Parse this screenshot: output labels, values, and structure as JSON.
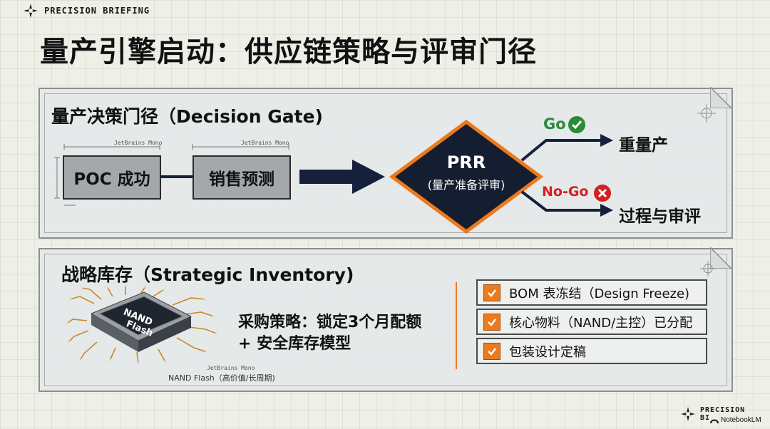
{
  "header": {
    "brand": "PRECISION BRIEFING",
    "title": "量产引擎启动：供应链策略与评审门径"
  },
  "decision_gate": {
    "title": "量产决策门径（Decision Gate)",
    "mono_label_1": "JetBrains Mono",
    "mono_label_2": "JetBrains Mono",
    "step1": "POC 成功",
    "step2": "销售预测",
    "diamond_title": "PRR",
    "diamond_subtitle": "(量产准备评审)",
    "go_label": "Go",
    "go_result": "重量产",
    "nogo_label": "No-Go",
    "nogo_result": "过程与审评"
  },
  "inventory": {
    "title": "战略库存（Strategic Inventory)",
    "chip_label_line1": "NAND",
    "chip_label_line2": "Flash",
    "chip_caption": "NAND Flash（高价值/长周期)",
    "strategy_line1": "采购策略：锁定3个月配额",
    "strategy_line2": "+ 安全库存模型",
    "checklist": [
      "BOM 表冻结（Design Freeze)",
      "核心物料（NAND/主控）已分配",
      "包装设计定稿"
    ]
  },
  "footer": {
    "brand_line1": "PRECISION",
    "brand_line2": "BI",
    "notebook": "NotebookLM"
  },
  "colors": {
    "accent_orange": "#ec7a1c",
    "diamond_fill": "#141e30",
    "box_fill": "#a4a8ac",
    "go_green": "#2a8a3a",
    "nogo_red": "#d42020",
    "arrow_navy": "#15203a"
  }
}
